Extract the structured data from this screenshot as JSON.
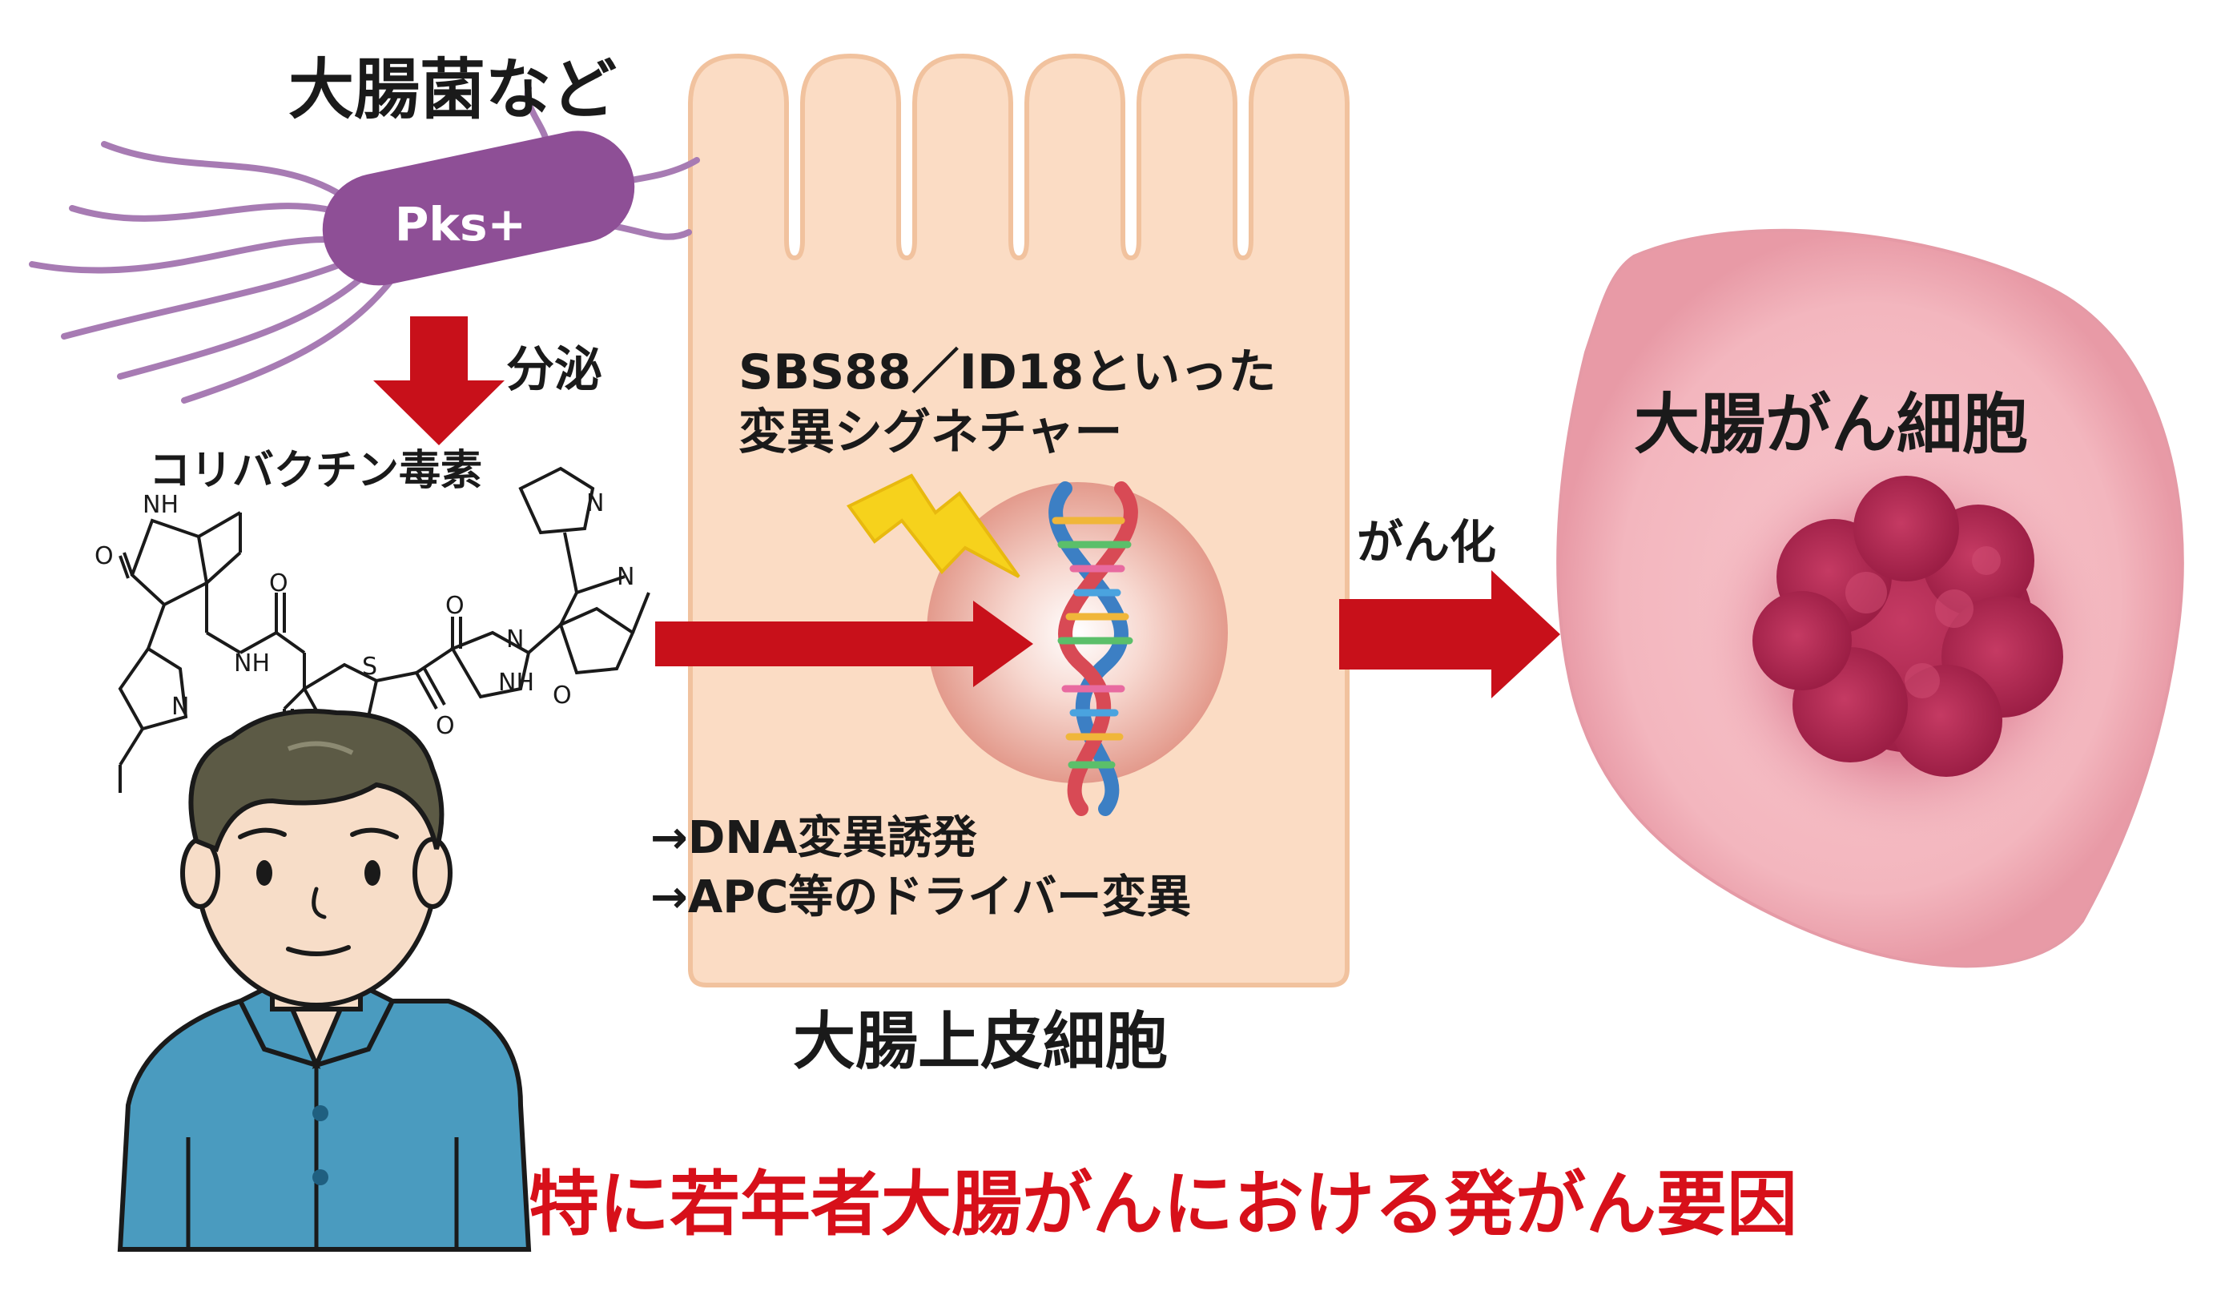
{
  "bacteria": {
    "title": "大腸菌など",
    "tag": "Pks+"
  },
  "secretion_label": "分泌",
  "toxin": {
    "title": "コリバクチン毒素",
    "atoms": {
      "nh_a": "NH",
      "o_a": "O",
      "n_a": "N",
      "o_b": "O",
      "nh_b": "NH",
      "s": "S",
      "n_b": "N",
      "o_c": "O",
      "o_d": "O",
      "o_e": "O",
      "n_c": "N",
      "nh_c": "NH",
      "o_f": "O",
      "n_d": "N",
      "n_e": "N"
    }
  },
  "epithelial_cell": {
    "signature_lines": [
      "SBS88／ID18といった",
      "変異シグネチャー"
    ],
    "effect_lines": [
      "→DNA変異誘発",
      "→APC等のドライバー変異"
    ],
    "label": "大腸上皮細胞"
  },
  "transformation_label": "がん化",
  "cancer_cell_label": "大腸がん細胞",
  "bottom_caption": "特に若年者大腸がんにおける発がん要因",
  "colors": {
    "arrow_red": "#c8101a",
    "caption_red": "#d7101a",
    "bacteria_purple": "#8e4f96",
    "flagella_purple": "#a77bb3",
    "epithelial_fill": "#fbdcc4",
    "epithelial_stroke": "#f1c29e",
    "nucleus": "#e8a496",
    "cancer_fill": "#f3b8c0",
    "tumor": "#b42c55",
    "lightning": "#f6d21c",
    "shirt": "#4a9bbf",
    "hair": "#5c5a45",
    "skin": "#f7ddc8"
  },
  "icons": [
    "bacterium-icon",
    "lightning-icon",
    "dna-helix-icon",
    "tumor-icon",
    "person-illustration",
    "chemical-structure"
  ]
}
